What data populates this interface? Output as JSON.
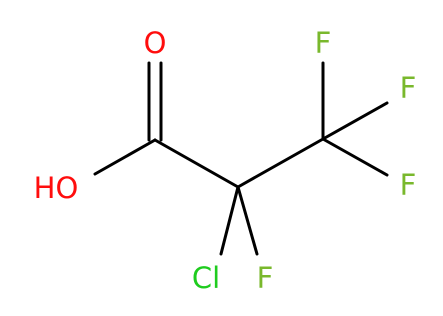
{
  "molecule": {
    "atoms": {
      "carbonyl_o": {
        "label": "O",
        "color": "#ff0d0d"
      },
      "hydroxyl": {
        "label": "HO",
        "color": "#ff0d0d"
      },
      "chlorine": {
        "label": "Cl",
        "color": "#1fcc1f"
      },
      "fluorine_alpha": {
        "label": "F",
        "color": "#79b82c"
      },
      "fluorine_1": {
        "label": "F",
        "color": "#79b82c"
      },
      "fluorine_2": {
        "label": "F",
        "color": "#79b82c"
      },
      "fluorine_3": {
        "label": "F",
        "color": "#79b82c"
      }
    },
    "bond_color": "#000000",
    "background": "#ffffff"
  }
}
